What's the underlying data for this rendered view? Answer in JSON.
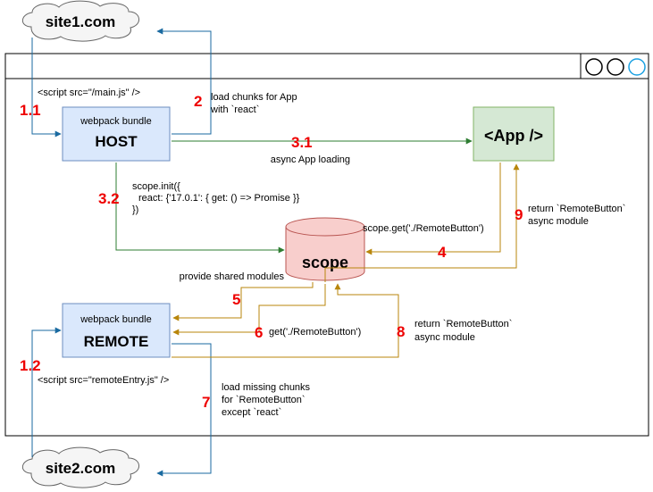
{
  "clouds": {
    "site1": "site1.com",
    "site2": "site2.com"
  },
  "nodes": {
    "host": {
      "caption": "webpack bundle",
      "title": "HOST"
    },
    "remote": {
      "caption": "webpack bundle",
      "title": "REMOTE"
    },
    "app": {
      "title": "<App />"
    },
    "scope": {
      "title": "scope"
    }
  },
  "labels": {
    "script_main": "<script src=\"/main.js\" />",
    "script_remote": "<script src=\"remoteEntry.js\" />",
    "load_chunks_1": "load chunks for App",
    "load_chunks_2": "with `react`",
    "async_loading": "async App loading",
    "scope_init_1": "scope.init({",
    "scope_init_2": "react: {'17.0.1': { get: () => Promise }}",
    "scope_init_3": "})",
    "scope_get": "scope.get('./RemoteButton')",
    "return_9_1": "return `RemoteButton`",
    "return_9_2": "async module",
    "provide_shared": "provide shared modules",
    "get_6": "get('./RemoteButton')",
    "return_8_1": "return `RemoteButton`",
    "return_8_2": "async module",
    "missing_1": "load missing chunks",
    "missing_2": "for `RemoteButton`",
    "missing_3": "except `react`"
  },
  "steps": {
    "s1_1": "1.1",
    "s1_2": "1.2",
    "s2": "2",
    "s3_1": "3.1",
    "s3_2": "3.2",
    "s4": "4",
    "s5": "5",
    "s6": "6",
    "s7": "7",
    "s8": "8",
    "s9": "9"
  },
  "colors": {
    "blue_edge": "#1a6aa0",
    "green_edge": "#2e7d32",
    "orange_edge": "#b8860b",
    "step_number": "#ee0000",
    "host_fill": "#dae8fc",
    "app_fill": "#d5e8d4",
    "scope_fill": "#f8cecc"
  }
}
